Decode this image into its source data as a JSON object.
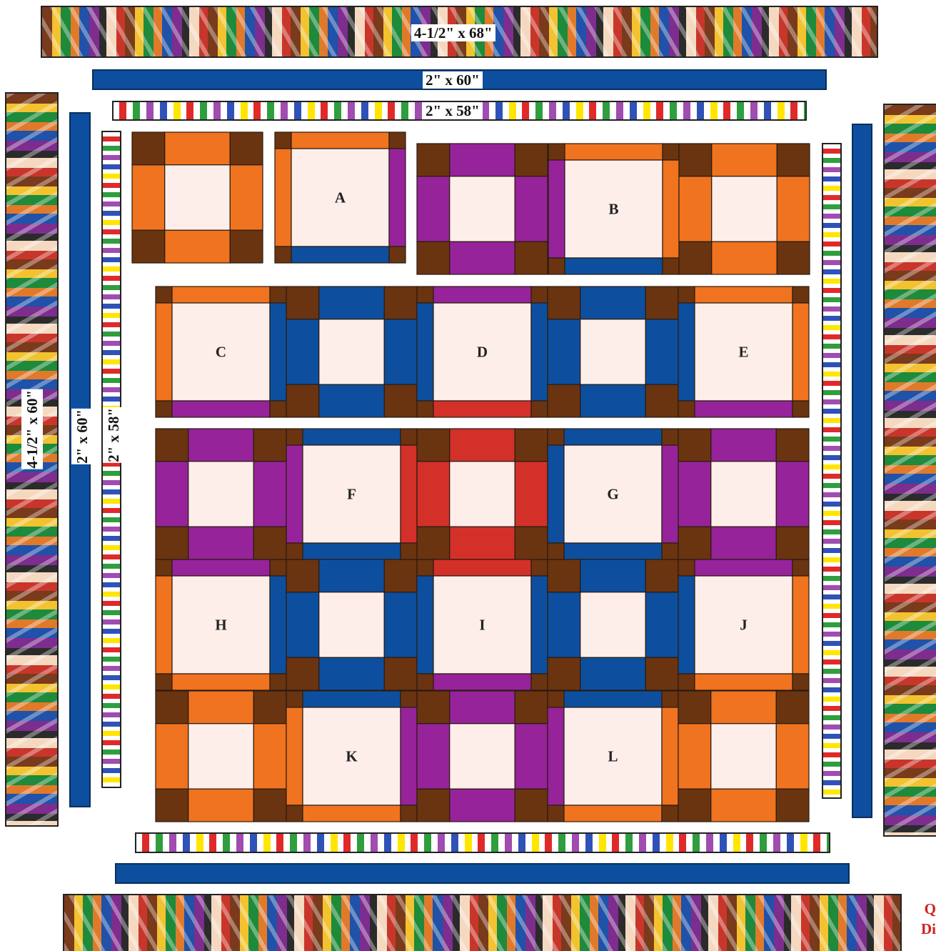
{
  "colors": {
    "brown": "#6a3410",
    "orange": "#f0731f",
    "purple": "#96239a",
    "blue": "#0d4f9e",
    "red": "#d3302a",
    "center": "#fdeeea",
    "border_blue": "#0d4f9e",
    "note": "#d02020"
  },
  "labels": {
    "top_outer": "4-1/2\" x 68\"",
    "top_middle": "2\" x 60\"",
    "top_inner": "2\" x 58\"",
    "left_outer": "4-1/2\" x 60\"",
    "left_middle": "2\" x 60\"",
    "left_inner": "2\" x 58\""
  },
  "corner_note": [
    "Q",
    "Di"
  ],
  "blocks": [
    {
      "type": "nine",
      "accent": "orange",
      "letter": ""
    },
    {
      "type": "a",
      "letter": "A",
      "top": "orange",
      "right": "purple",
      "bottom": "blue",
      "left": "orange"
    },
    {
      "type": "nine",
      "accent": "purple",
      "letter": ""
    },
    {
      "type": "a",
      "letter": "B",
      "top": "orange",
      "right": "orange",
      "bottom": "blue",
      "left": "purple"
    },
    {
      "type": "nine",
      "accent": "orange",
      "letter": ""
    },
    {
      "type": "a",
      "letter": "C",
      "top": "orange",
      "right": "blue",
      "bottom": "purple",
      "left": "orange"
    },
    {
      "type": "nine",
      "accent": "blue",
      "letter": ""
    },
    {
      "type": "a",
      "letter": "D",
      "top": "purple",
      "right": "blue",
      "bottom": "red",
      "left": "blue"
    },
    {
      "type": "nine",
      "accent": "blue",
      "letter": ""
    },
    {
      "type": "a",
      "letter": "E",
      "top": "orange",
      "right": "orange",
      "bottom": "purple",
      "left": "blue"
    },
    {
      "type": "nine",
      "accent": "purple",
      "letter": ""
    },
    {
      "type": "a",
      "letter": "F",
      "top": "blue",
      "right": "red",
      "bottom": "blue",
      "left": "purple"
    },
    {
      "type": "nine",
      "accent": "red",
      "letter": ""
    },
    {
      "type": "a",
      "letter": "G",
      "top": "blue",
      "right": "purple",
      "bottom": "blue",
      "left": "blue"
    },
    {
      "type": "nine",
      "accent": "purple",
      "letter": ""
    },
    {
      "type": "a",
      "letter": "H",
      "top": "purple",
      "right": "blue",
      "bottom": "orange",
      "left": "orange"
    },
    {
      "type": "nine",
      "accent": "blue",
      "letter": ""
    },
    {
      "type": "a",
      "letter": "I",
      "top": "red",
      "right": "blue",
      "bottom": "purple",
      "left": "blue"
    },
    {
      "type": "nine",
      "accent": "blue",
      "letter": ""
    },
    {
      "type": "a",
      "letter": "J",
      "top": "purple",
      "right": "orange",
      "bottom": "orange",
      "left": "blue"
    },
    {
      "type": "nine",
      "accent": "orange",
      "letter": ""
    },
    {
      "type": "a",
      "letter": "K",
      "top": "blue",
      "right": "purple",
      "bottom": "orange",
      "left": "orange"
    },
    {
      "type": "nine",
      "accent": "purple",
      "letter": ""
    },
    {
      "type": "a",
      "letter": "L",
      "top": "blue",
      "right": "orange",
      "bottom": "orange",
      "left": "purple"
    },
    {
      "type": "nine",
      "accent": "orange",
      "letter": ""
    }
  ]
}
